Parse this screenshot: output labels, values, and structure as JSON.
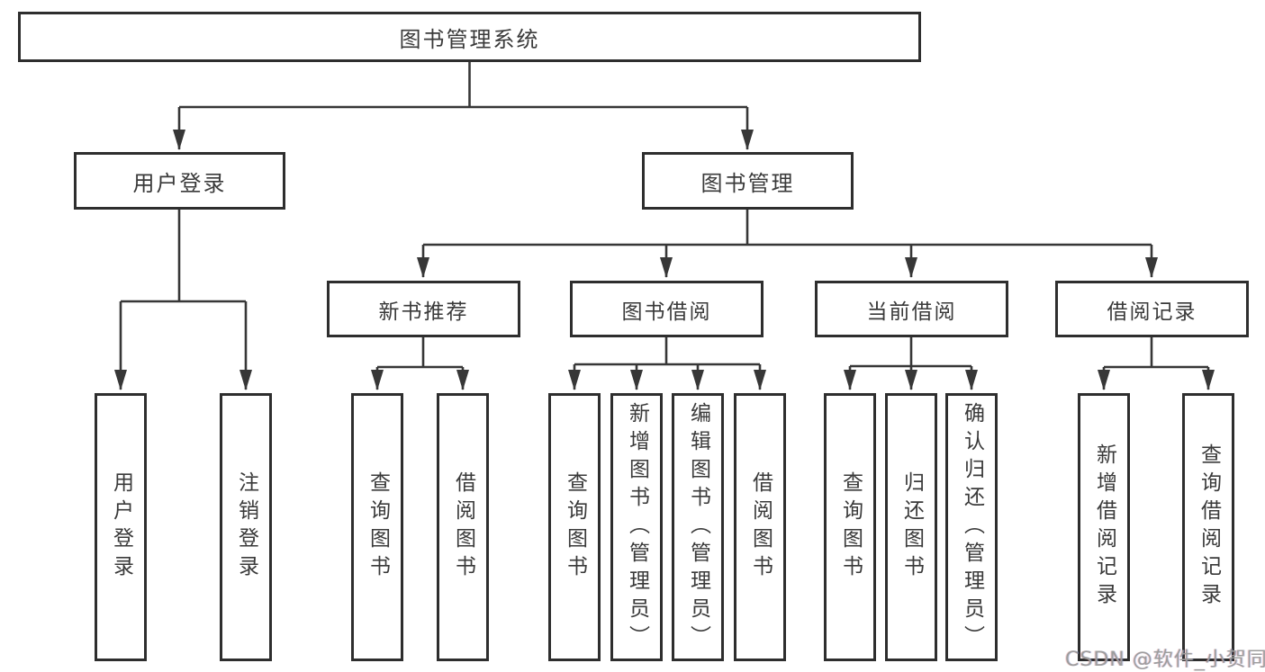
{
  "diagram": {
    "title": "图书管理系统",
    "level2": {
      "user_login": "用户登录",
      "book_management": "图书管理"
    },
    "level3": {
      "new_book_recommend": "新书推荐",
      "book_borrow": "图书借阅",
      "current_borrow": "当前借阅",
      "borrow_record": "借阅记录"
    },
    "leaves": {
      "user_login": "用户登录",
      "logout": "注销登录",
      "query_book_1": "查询图书",
      "borrow_book_1": "借阅图书",
      "query_book_2": "查询图书",
      "add_book_admin": "新增图书（管理员）",
      "edit_book_admin": "编辑图书（管理员）",
      "borrow_book_2": "借阅图书",
      "query_book_3": "查询图书",
      "return_book": "归还图书",
      "confirm_return_admin": "确认归还（管理员）",
      "add_borrow_record": "新增借阅记录",
      "query_borrow_record": "查询借阅记录"
    }
  },
  "watermark": "CSDN @软件_小贺同学",
  "colors": {
    "line": "#373737",
    "box_border": "#2e2e2e",
    "text": "#3a3a3a",
    "watermark_text": "#9d9d9d",
    "background": "#ffffff"
  }
}
